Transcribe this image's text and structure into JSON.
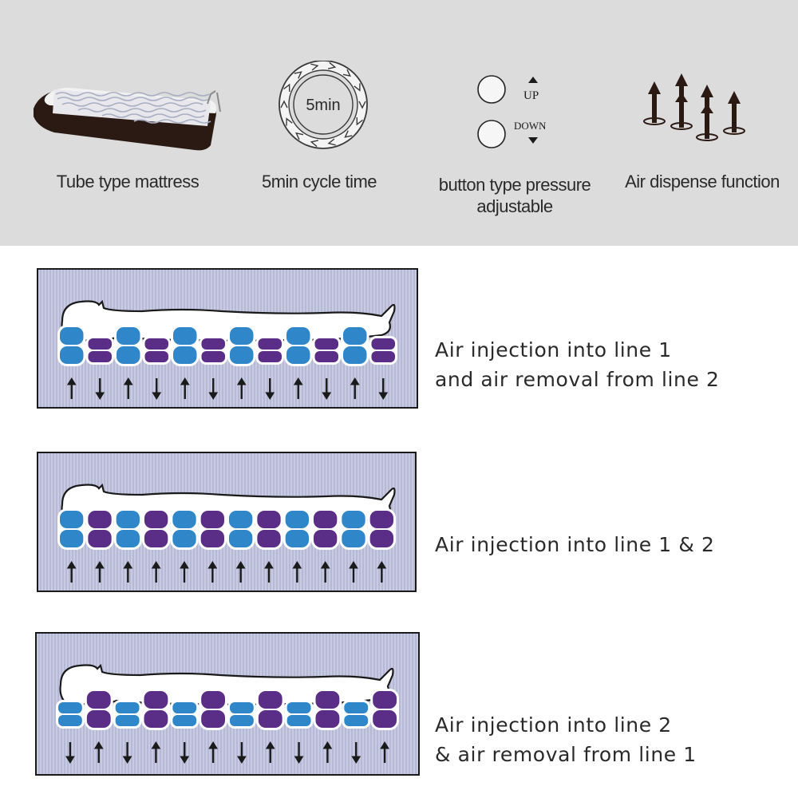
{
  "features": [
    {
      "icon": "tube-mattress-icon",
      "label": "Tube type mattress"
    },
    {
      "icon": "cycle-timer-icon",
      "label": "5min cycle time",
      "timer_text": "5min"
    },
    {
      "icon": "pressure-buttons-icon",
      "label": "button type pressure adjustable",
      "up_text": "UP",
      "down_text": "DOWN"
    },
    {
      "icon": "air-dispense-arrows-icon",
      "label": "Air dispense function"
    }
  ],
  "diagrams": [
    {
      "caption_lines": [
        "Air injection into line 1",
        "and air removal from line 2"
      ],
      "line1_state": "inflated",
      "line2_state": "deflated",
      "arrows": [
        "up",
        "down",
        "up",
        "down",
        "up",
        "down",
        "up",
        "down",
        "up",
        "down",
        "up",
        "down"
      ]
    },
    {
      "caption_lines": [
        "Air injection into line 1 & 2"
      ],
      "line1_state": "inflated",
      "line2_state": "inflated",
      "arrows": [
        "up",
        "up",
        "up",
        "up",
        "up",
        "up",
        "up",
        "up",
        "up",
        "up",
        "up",
        "up"
      ]
    },
    {
      "caption_lines": [
        "Air injection into line 2",
        "& air removal from line 1"
      ],
      "line1_state": "deflated",
      "line2_state": "inflated",
      "arrows": [
        "down",
        "up",
        "down",
        "up",
        "down",
        "up",
        "down",
        "up",
        "down",
        "up",
        "down",
        "up"
      ]
    }
  ],
  "colors": {
    "line1": "#2f86c8",
    "line2": "#5a2d86",
    "panel_bg": "#b5b9d6",
    "top_band": "#dcdcdc"
  }
}
